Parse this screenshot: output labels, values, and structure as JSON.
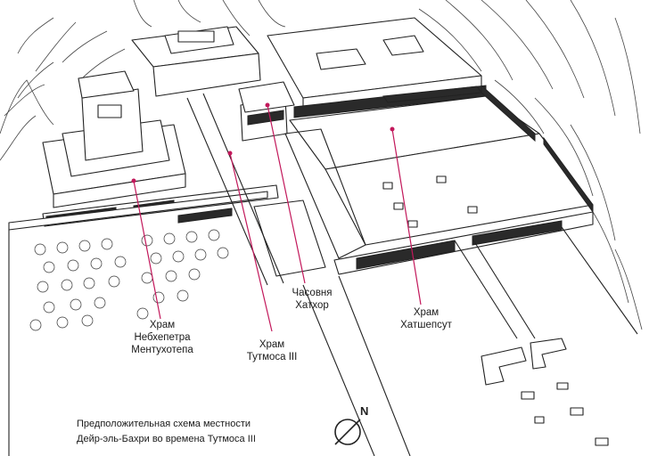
{
  "labels": {
    "mentuhotep": [
      "Храм",
      "Небхепетра",
      "Ментухотепа"
    ],
    "thutmose": [
      "Храм",
      "Тутмоса III"
    ],
    "hathor": [
      "Часовня",
      "Хатхор"
    ],
    "hatshepsut": [
      "Храм",
      "Хатшепсут"
    ]
  },
  "caption": {
    "line1": "Предположительная схема местности",
    "line2": "Дейр-эль-Бахри во времена Тутмоса III"
  },
  "compass": {
    "letter": "N"
  },
  "colors": {
    "leader": "#c2185b",
    "ink": "#222222"
  }
}
